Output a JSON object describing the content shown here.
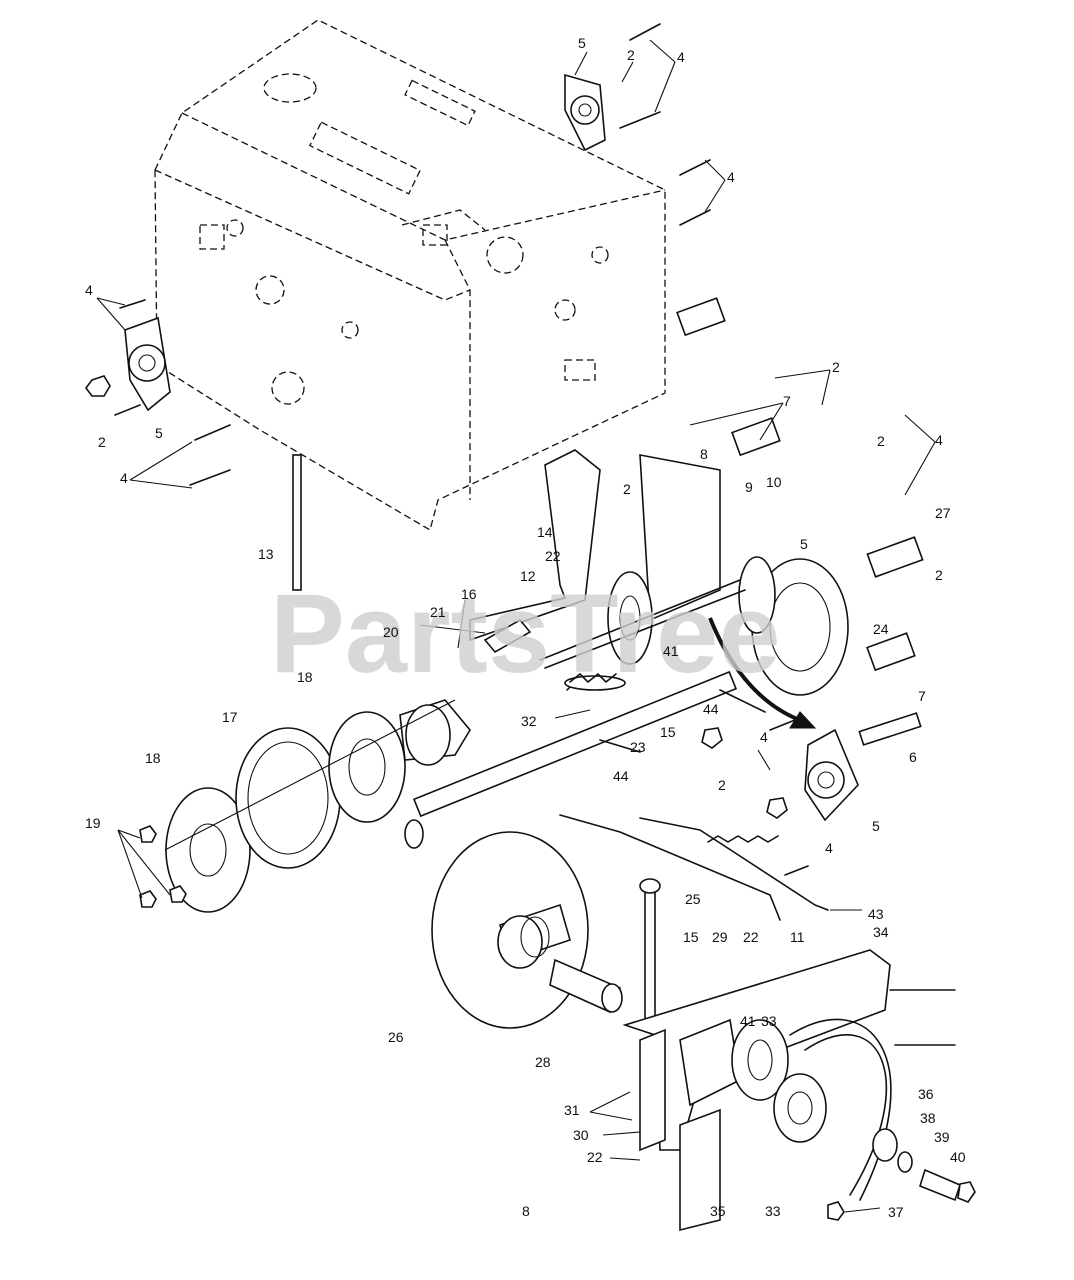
{
  "watermark": "PartsTree",
  "page_number": "8",
  "callouts": [
    {
      "id": "c5a",
      "text": "5"
    },
    {
      "id": "c2a",
      "text": "2"
    },
    {
      "id": "c4a",
      "text": "4"
    },
    {
      "id": "c4b",
      "text": "4"
    },
    {
      "id": "c4c",
      "text": "4"
    },
    {
      "id": "c2b",
      "text": "2"
    },
    {
      "id": "c5b",
      "text": "5"
    },
    {
      "id": "c4d",
      "text": "4"
    },
    {
      "id": "c13",
      "text": "13"
    },
    {
      "id": "c2c",
      "text": "2"
    },
    {
      "id": "c7a",
      "text": "7"
    },
    {
      "id": "c8a",
      "text": "8"
    },
    {
      "id": "c2d",
      "text": "2"
    },
    {
      "id": "c4e",
      "text": "4"
    },
    {
      "id": "c2e",
      "text": "2"
    },
    {
      "id": "c9",
      "text": "9"
    },
    {
      "id": "c10",
      "text": "10"
    },
    {
      "id": "c14",
      "text": "14"
    },
    {
      "id": "c5c",
      "text": "5"
    },
    {
      "id": "c27",
      "text": "27"
    },
    {
      "id": "c22a",
      "text": "22"
    },
    {
      "id": "c12",
      "text": "12"
    },
    {
      "id": "c16",
      "text": "16"
    },
    {
      "id": "c21",
      "text": "21"
    },
    {
      "id": "c20",
      "text": "20"
    },
    {
      "id": "c2f",
      "text": "2"
    },
    {
      "id": "c24",
      "text": "24"
    },
    {
      "id": "c41a",
      "text": "41"
    },
    {
      "id": "c18a",
      "text": "18"
    },
    {
      "id": "c7b",
      "text": "7"
    },
    {
      "id": "c44a",
      "text": "44"
    },
    {
      "id": "c32",
      "text": "32"
    },
    {
      "id": "c15a",
      "text": "15"
    },
    {
      "id": "c23",
      "text": "23"
    },
    {
      "id": "c17",
      "text": "17"
    },
    {
      "id": "c4f",
      "text": "4"
    },
    {
      "id": "c6",
      "text": "6"
    },
    {
      "id": "c18b",
      "text": "18"
    },
    {
      "id": "c44b",
      "text": "44"
    },
    {
      "id": "c2g",
      "text": "2"
    },
    {
      "id": "c19",
      "text": "19"
    },
    {
      "id": "c5d",
      "text": "5"
    },
    {
      "id": "c4g",
      "text": "4"
    },
    {
      "id": "c43",
      "text": "43"
    },
    {
      "id": "c25",
      "text": "25"
    },
    {
      "id": "c11",
      "text": "11"
    },
    {
      "id": "c15b",
      "text": "15"
    },
    {
      "id": "c29",
      "text": "29"
    },
    {
      "id": "c22b",
      "text": "22"
    },
    {
      "id": "c34",
      "text": "34"
    },
    {
      "id": "c26",
      "text": "26"
    },
    {
      "id": "c41b",
      "text": "41"
    },
    {
      "id": "c33a",
      "text": "33"
    },
    {
      "id": "c28",
      "text": "28"
    },
    {
      "id": "c31",
      "text": "31"
    },
    {
      "id": "c36",
      "text": "36"
    },
    {
      "id": "c38",
      "text": "38"
    },
    {
      "id": "c30",
      "text": "30"
    },
    {
      "id": "c39",
      "text": "39"
    },
    {
      "id": "c40",
      "text": "40"
    },
    {
      "id": "c22c",
      "text": "22"
    },
    {
      "id": "c35",
      "text": "35"
    },
    {
      "id": "c33b",
      "text": "33"
    },
    {
      "id": "c37",
      "text": "37"
    }
  ]
}
